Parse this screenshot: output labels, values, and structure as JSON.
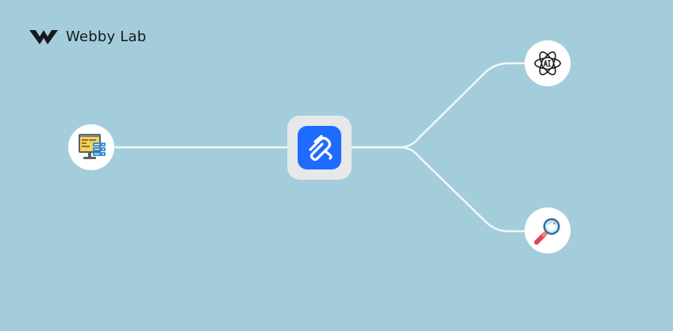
{
  "brand": {
    "name": "Webby Lab",
    "logo_icon": "webbylab-w-logo-icon",
    "text_color": "#16181c"
  },
  "diagram": {
    "background_color": "#a4cddc",
    "connector_color": "#f3f7f8",
    "hub": {
      "icon": "paperclip-app-icon",
      "accent": "#1f6bff",
      "frame_color": "#e7e8e9"
    },
    "nodes": [
      {
        "id": "source",
        "icon": "monitor-code-database-icon"
      },
      {
        "id": "ai",
        "icon": "ai-atom-icon"
      },
      {
        "id": "search",
        "icon": "magnifying-glass-icon"
      }
    ]
  }
}
